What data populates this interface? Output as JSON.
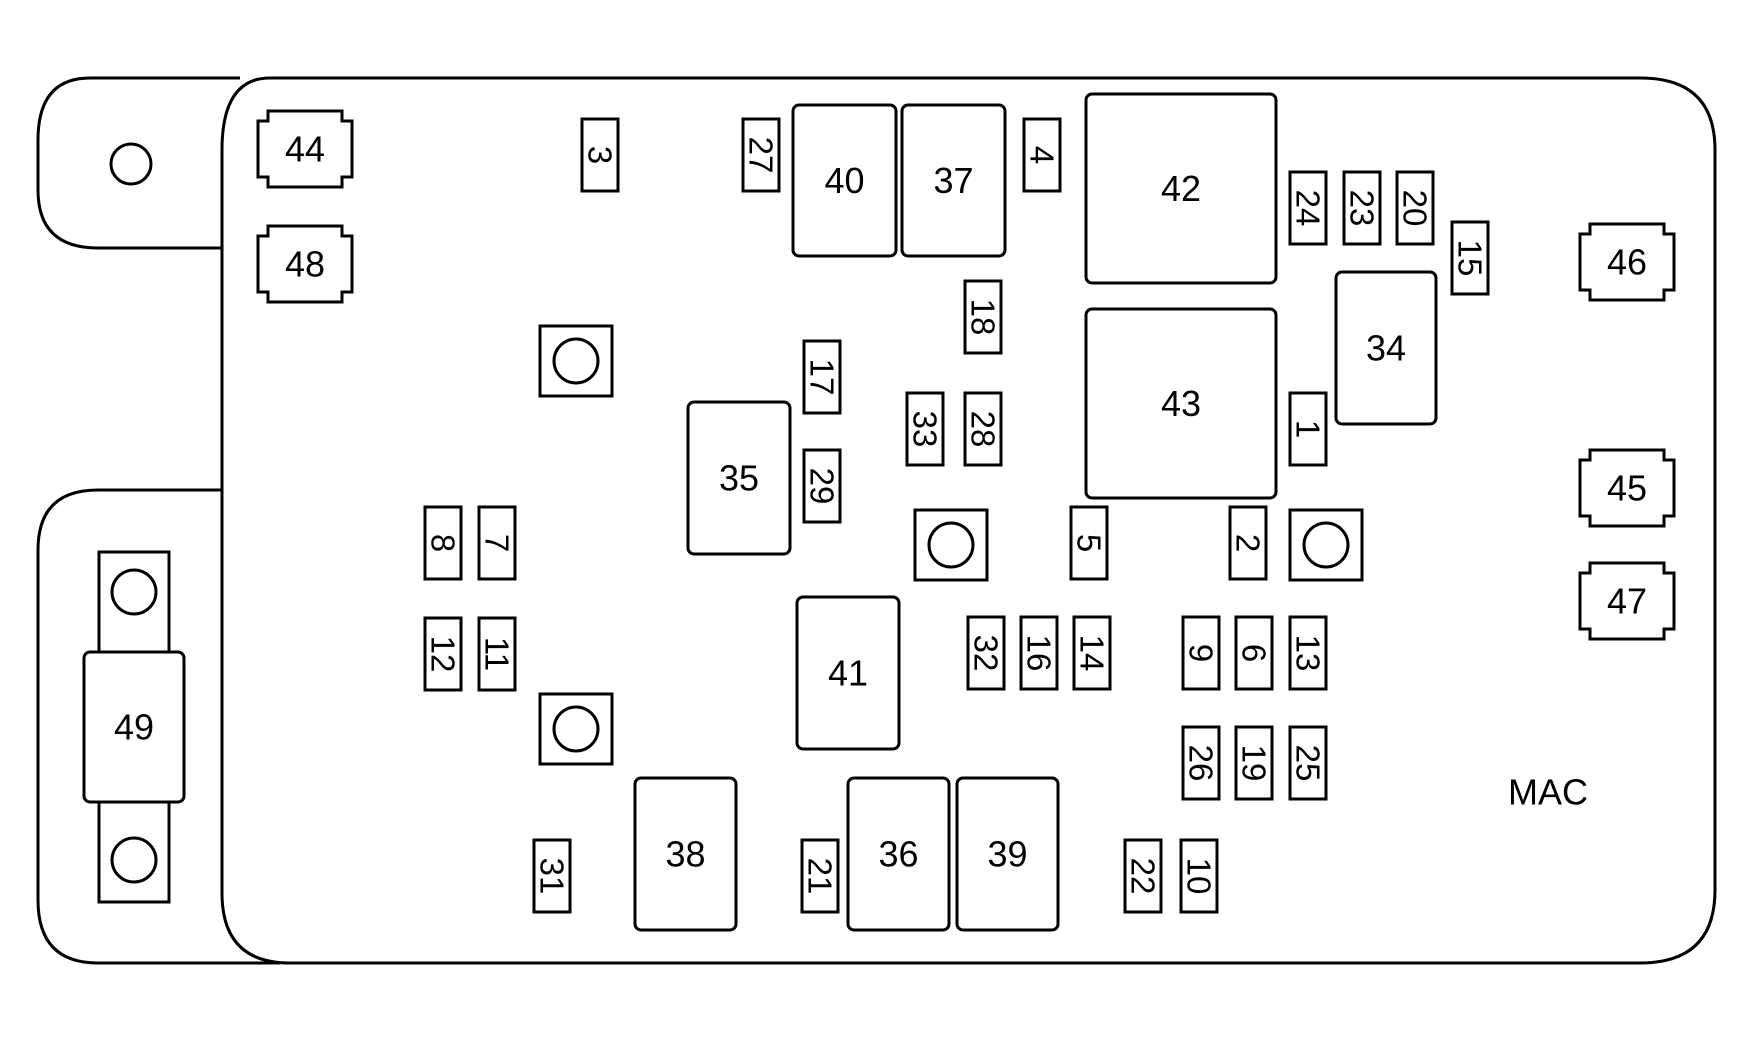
{
  "diagram": {
    "mac_label": "MAC",
    "fuse_49": "49",
    "large_components": [
      "44",
      "48",
      "46",
      "45",
      "47",
      "40",
      "37",
      "42",
      "43",
      "34",
      "35",
      "41",
      "38",
      "36",
      "39"
    ],
    "small_components": [
      "3",
      "27",
      "4",
      "24",
      "23",
      "20",
      "15",
      "18",
      "17",
      "33",
      "28",
      "1",
      "29",
      "8",
      "7",
      "5",
      "2",
      "12",
      "11",
      "32",
      "16",
      "14",
      "9",
      "6",
      "13",
      "26",
      "19",
      "25",
      "31",
      "21",
      "22",
      "10"
    ]
  },
  "colors": {
    "line": "#000000",
    "background": "#ffffff"
  }
}
